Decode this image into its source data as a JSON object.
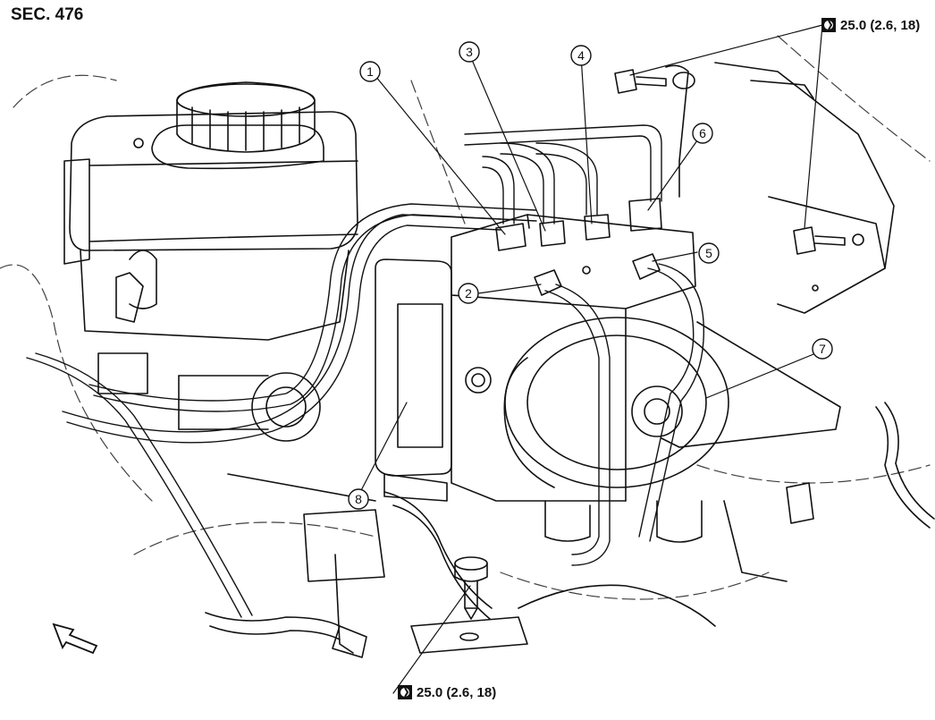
{
  "section": "SEC. 476",
  "callouts": [
    "1",
    "2",
    "3",
    "4",
    "5",
    "6",
    "7",
    "8"
  ],
  "torque_specs": {
    "top_right": "25.0 (2.6, 18)",
    "bottom": "25.0 (2.6, 18)"
  },
  "icons": [
    "torque-wrench-icon",
    "front-direction-arrow-icon"
  ]
}
